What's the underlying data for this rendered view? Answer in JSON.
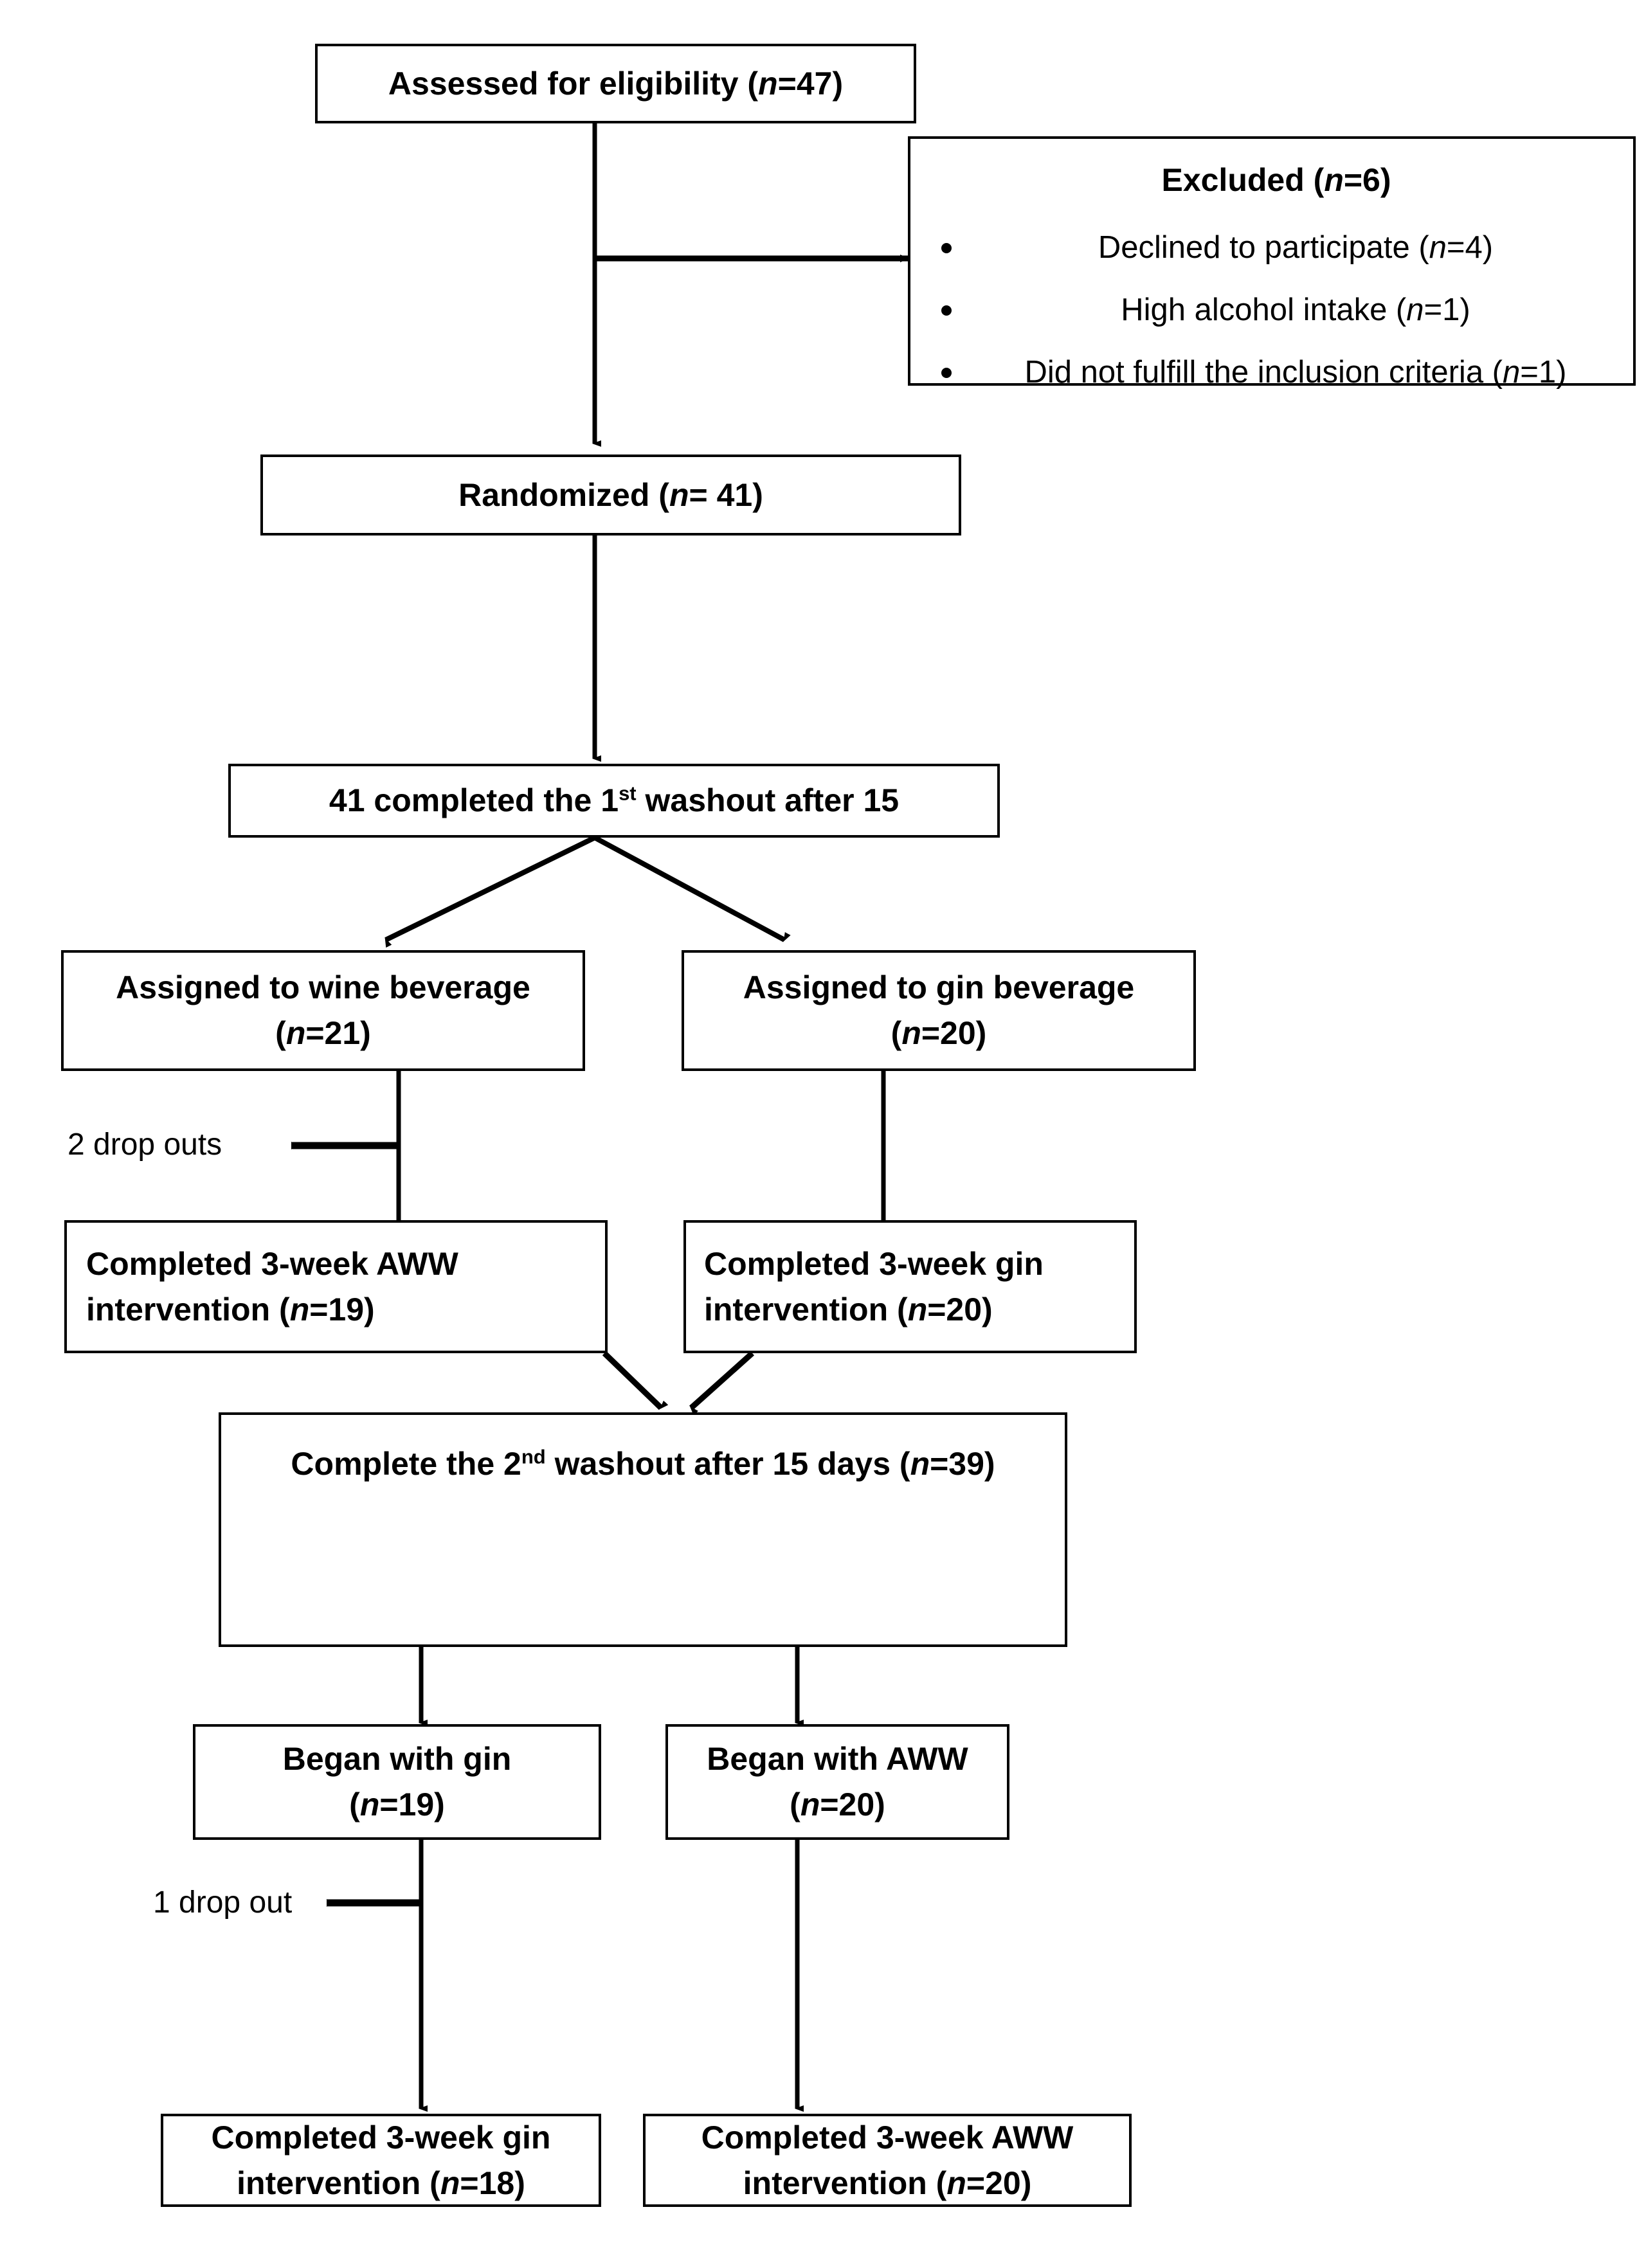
{
  "diagram": {
    "title": "CONSORT participant flow diagram",
    "stroke_color": "#000000",
    "background_color": "#ffffff",
    "nodes": {
      "assessed": {
        "text": "Assessed for eligibility (n=47)",
        "label": "Assessed for eligibility",
        "n": 47
      },
      "excluded": {
        "title": "Excluded (n=6)",
        "n": 6,
        "reasons": [
          {
            "text": "Declined to participate (n=4)",
            "label": "Declined to participate",
            "n": 4
          },
          {
            "text": "High alcohol intake (n=1)",
            "label": "High alcohol intake",
            "n": 1
          },
          {
            "text": "Did not fulfill the inclusion criteria (n=1)",
            "label": "Did not fulfill the inclusion criteria",
            "n": 1
          }
        ]
      },
      "randomized": {
        "text": "Randomized (n= 41)",
        "label": "Randomized",
        "n": 41
      },
      "washout1": {
        "text": "41 completed the 1st washout after 15",
        "label": "41 completed the 1st washout after 15",
        "n": 41
      },
      "assigned_wine": {
        "line1": "Assigned to wine beverage",
        "line2": "(n=21)",
        "n": 21
      },
      "assigned_gin": {
        "line1": "Assigned to gin beverage",
        "line2": "(n=20)",
        "n": 20
      },
      "completed_aww_1": {
        "line1": "Completed 3-week AWW",
        "line2": "intervention (n=19)",
        "n": 19
      },
      "completed_gin_1": {
        "line1": "Completed 3-week gin",
        "line2": "intervention (n=20)",
        "n": 20
      },
      "washout2": {
        "text": "Complete the 2nd washout after 15 days (n=39)",
        "label": "Complete the 2nd washout after 15 days",
        "n": 39
      },
      "began_gin": {
        "line1": "Began with gin",
        "line2": "(n=19)",
        "n": 19
      },
      "began_aww": {
        "line1": "Began with AWW",
        "line2": "(n=20)",
        "n": 20
      },
      "completed_gin_2": {
        "line1": "Completed 3-week gin",
        "line2": "intervention (n=18)",
        "n": 18
      },
      "completed_aww_2": {
        "line1": "Completed 3-week AWW",
        "line2": "intervention (n=20)",
        "n": 20
      }
    },
    "annotations": {
      "dropouts_1": {
        "text": "2 drop outs",
        "count": 2
      },
      "dropouts_2": {
        "text": "1 drop out",
        "count": 1
      }
    }
  }
}
